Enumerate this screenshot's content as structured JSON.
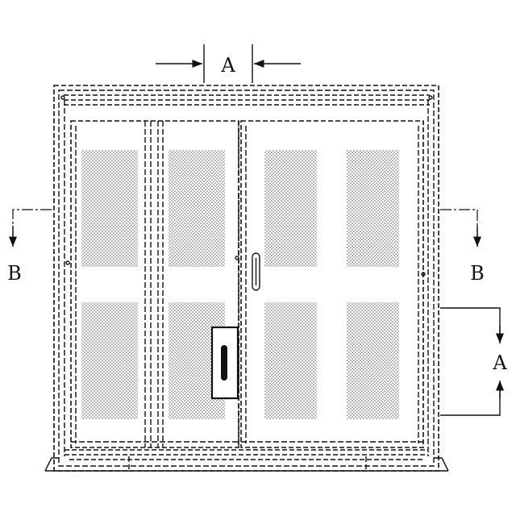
{
  "drawing": {
    "labels": {
      "dim_top": "A",
      "section_left": "B",
      "section_right": "B",
      "dim_right": "A"
    },
    "icons": {
      "perforation": "perforated-panel-pattern",
      "handle": "door-handle-icon",
      "latch": "latch-handle-icon"
    },
    "colors": {
      "line": "#111111",
      "background": "#ffffff",
      "perforation": "#555555"
    }
  }
}
